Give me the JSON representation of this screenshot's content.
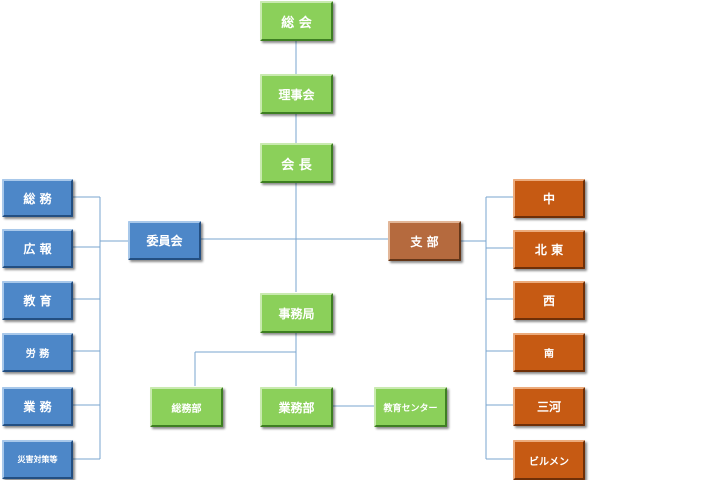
{
  "top": {
    "soukai": "総 会",
    "rijikai": "理事会",
    "kaicho": "会 長"
  },
  "iinkai": "委員会",
  "committees": [
    "総 務",
    "広 報",
    "教 育",
    "労 務",
    "業 務",
    "災害対策等"
  ],
  "shibu": "支 部",
  "branches": [
    "中",
    "北 東",
    "西",
    "南",
    "三河",
    "ビルメン"
  ],
  "jimukyoku": "事務局",
  "departments": {
    "somubu": "総務部",
    "gyomubu": "業務部",
    "kyoiku_center": "教育センター"
  },
  "colors": {
    "green": "#8bd05a",
    "blue": "#4d87c8",
    "orange": "#c65a13",
    "brown": "#b56a3e",
    "line": "#7aa6cf"
  }
}
